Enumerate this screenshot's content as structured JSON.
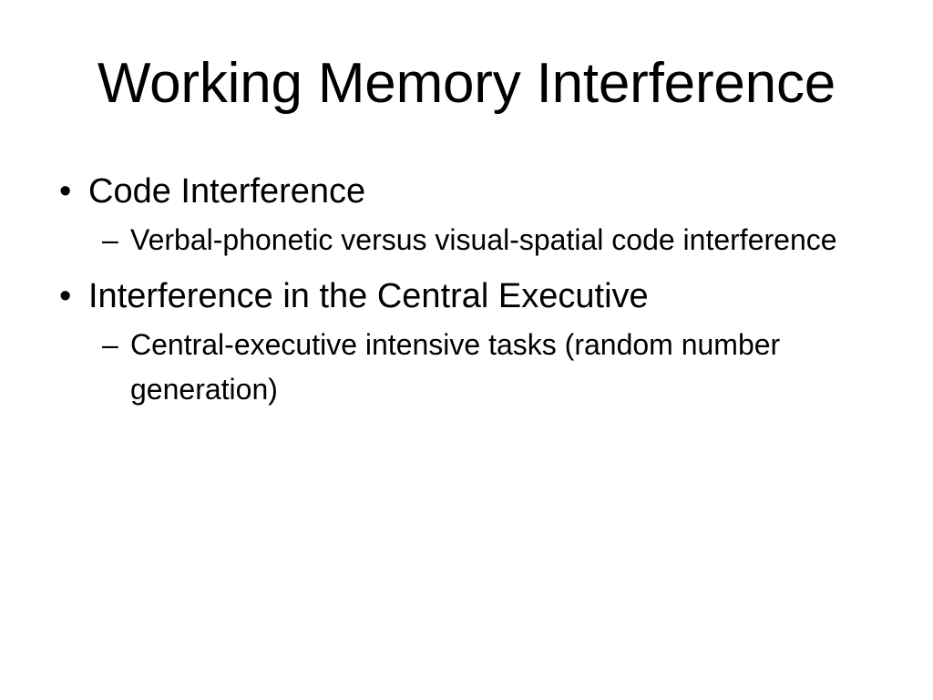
{
  "slide": {
    "title": "Working Memory Interference",
    "background_color": "#FFFFFF",
    "text_color": "#000000",
    "content": [
      {
        "level": 1,
        "marker": "•",
        "marker_name": "round-bullet-icon",
        "text": "Code Interference"
      },
      {
        "level": 2,
        "marker": "–",
        "marker_name": "dash-bullet-icon",
        "text": "Verbal-phonetic versus visual-spatial code interference"
      },
      {
        "level": 1,
        "marker": "•",
        "marker_name": "round-bullet-icon",
        "text": "Interference in the Central Executive"
      },
      {
        "level": 2,
        "marker": "–",
        "marker_name": "dash-bullet-icon",
        "text": "Central-executive intensive tasks (random number generation)"
      }
    ]
  }
}
